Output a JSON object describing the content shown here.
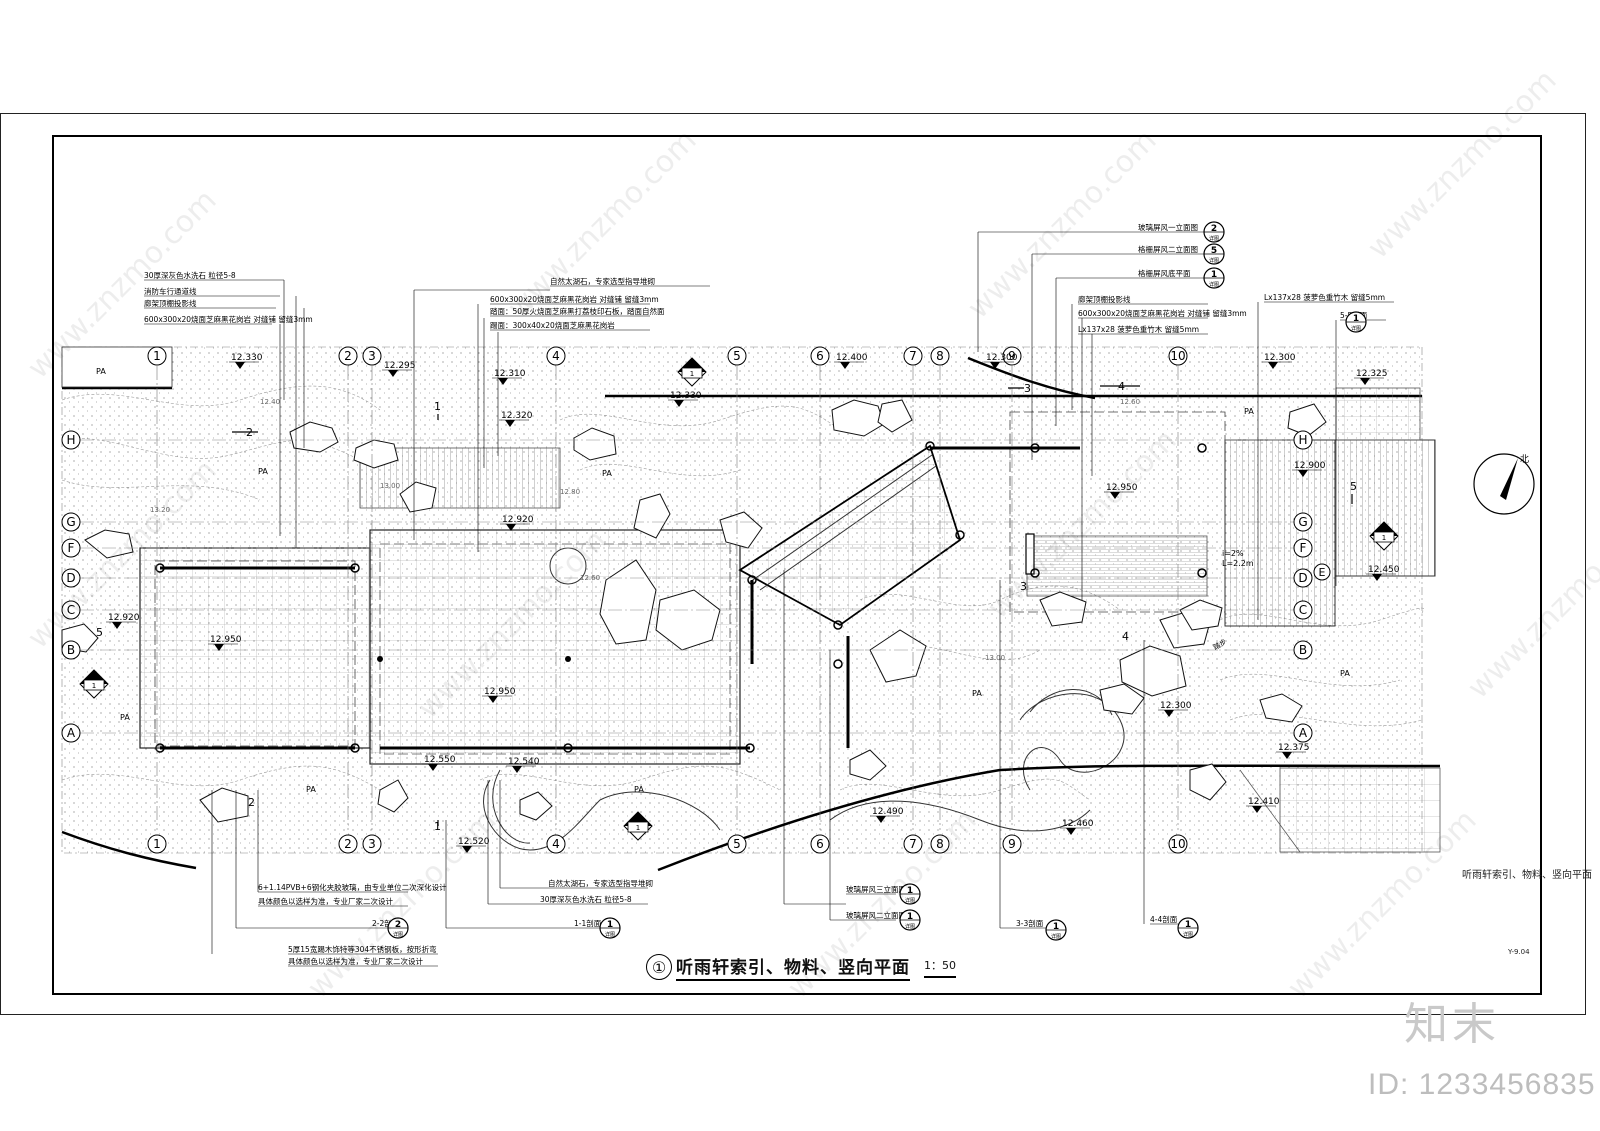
{
  "title": {
    "number": "①",
    "text": "听雨轩索引、物料、竖向平面",
    "scale": "1：50",
    "side_title": "听雨轩索引、物料、竖向平面",
    "sheet_no": "Y-9.04"
  },
  "watermark": {
    "site": "www.znzmo.com",
    "logo": "知末",
    "id": "ID: 1233456835"
  },
  "north_label": "北",
  "grid_columns": [
    "1",
    "2",
    "3",
    "4",
    "5",
    "6",
    "7",
    "8",
    "9",
    "10"
  ],
  "grid_rows": [
    "H",
    "G",
    "F",
    "D",
    "C",
    "B",
    "A"
  ],
  "material_labels_left": [
    "30厚深灰色水洗石  粒径5-8",
    "消防车行通道线",
    "廊架顶棚投影线",
    "600x300x20烧面芝麻黑花岗岩  对缝铺  留缝3mm"
  ],
  "material_labels_center": [
    "自然太湖石，专家选型指导堆砌",
    "600x300x20烧面芝麻黑花岗岩  对缝铺  留缝3mm",
    "踏面：50厚火烧面芝麻黑打荔枝印石板，踏面自然面",
    "踢面：300x40x20烧面芝麻黑花岗岩"
  ],
  "material_labels_right": [
    "玻璃屏风一立面图",
    "格栅屏风二立面图",
    "格栅屏风底平面",
    "廊架顶棚投影线",
    "600x300x20烧面芝麻黑花岗岩  对缝铺  留缝3mm",
    "Lx137x28  菠萝色重竹木  留缝5mm"
  ],
  "material_label_far_right": "Lx137x28  菠萝色重竹木  留缝5mm",
  "section_5_5": "5-5剖面",
  "bottom_labels": [
    "6+1.14PVB+6钢化夹胶玻璃，由专业单位二次深化设计",
    "具体颜色以选样为准，专业厂家二次设计",
    "2-2剖面",
    "5厚15宽踢木饰特等304不锈钢板，按形折弯",
    "具体颜色以选样为准，专业厂家二次设计",
    "自然太湖石，专家选型指导堆砌",
    "30厚深灰色水洗石  粒径5-8",
    "1-1剖面",
    "玻璃屏风三立面图",
    "玻璃屏风二立面图",
    "3-3剖面",
    "4-4剖面"
  ],
  "index_numbers": [
    "2",
    "5",
    "1",
    "1",
    "2",
    "1",
    "1",
    "1",
    "1",
    "1"
  ],
  "index_sheet": "详图",
  "elevations": [
    "12.330",
    "12.295",
    "12.310",
    "12.320",
    "12.330",
    "12.400",
    "12.300",
    "12.300",
    "12.325",
    "12.920",
    "12.950",
    "12.950",
    "12.920",
    "12.950",
    "12.900",
    "12.450",
    "12.550",
    "12.540",
    "12.520",
    "12.490",
    "12.460",
    "12.300",
    "12.375",
    "12.410"
  ],
  "small_elev": [
    "13.00",
    "12.80",
    "12.60",
    "13.20",
    "12.40",
    "13.00",
    "12.60"
  ],
  "pa_label": "PA",
  "slope_labels": [
    "i=2%",
    "L=2.2m"
  ],
  "section_marks": [
    "1",
    "2",
    "3",
    "4",
    "5"
  ],
  "tread_label": "踏步",
  "pa_top_left": "PA"
}
